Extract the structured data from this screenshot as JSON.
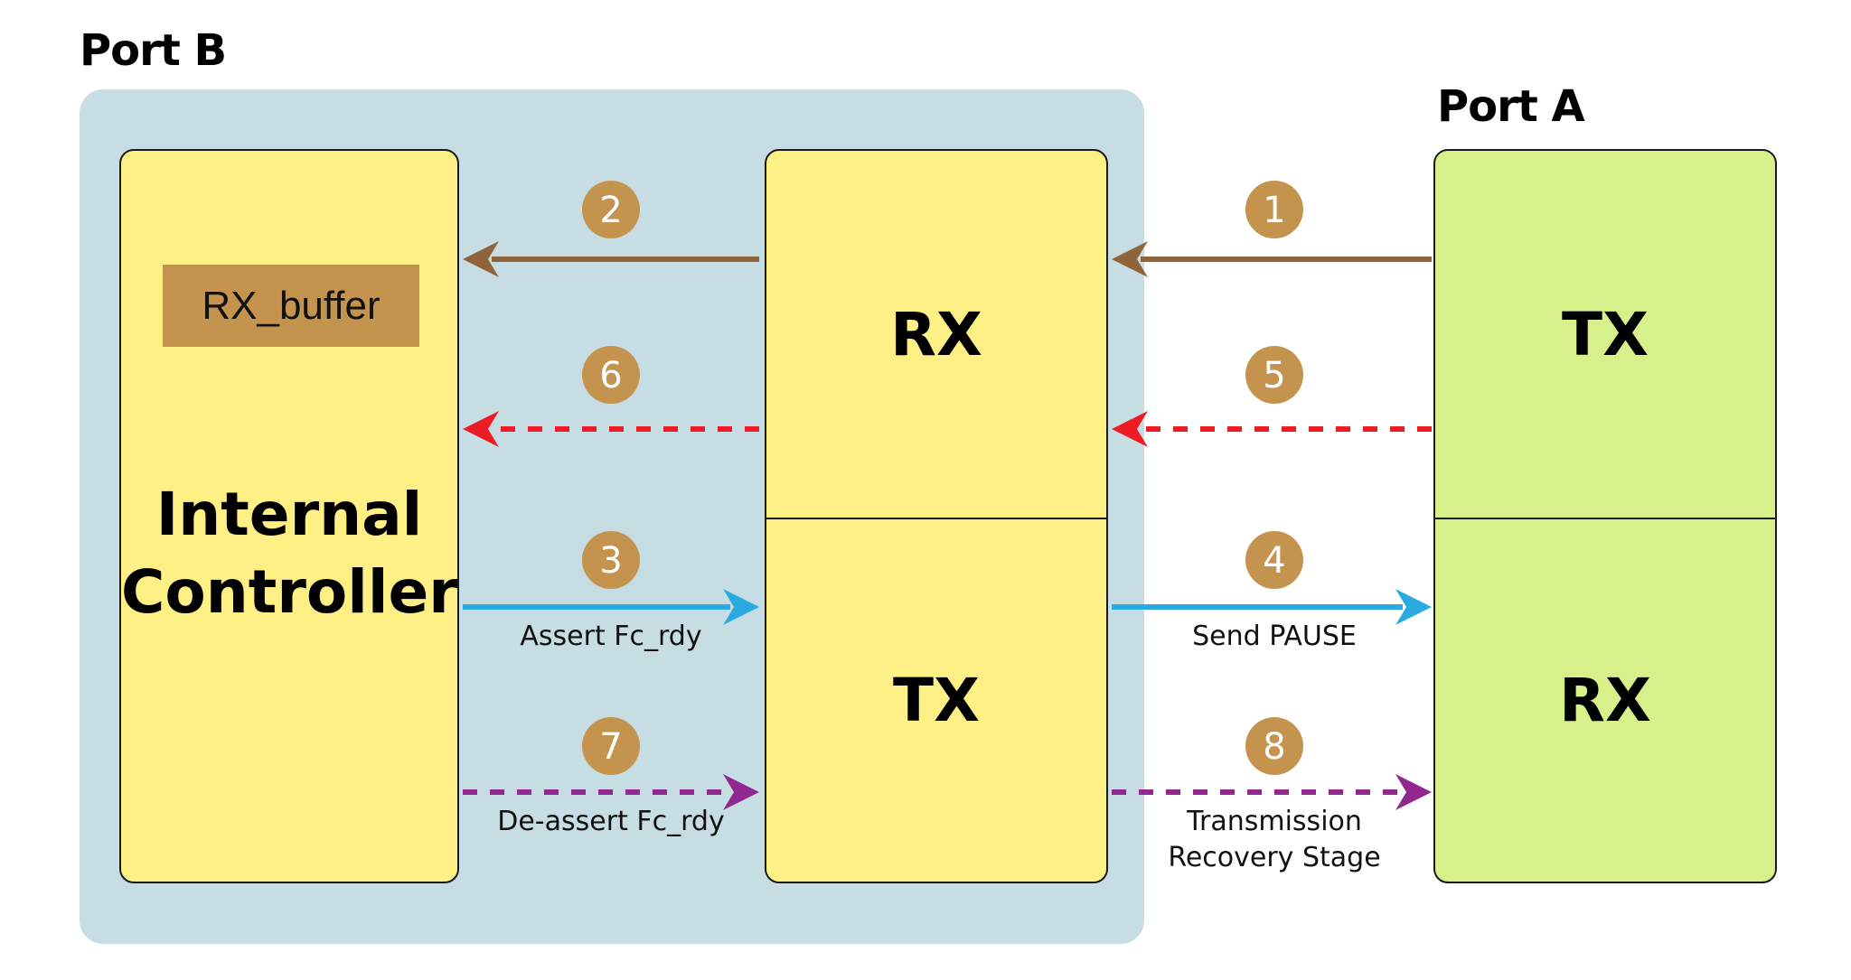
{
  "port_b": {
    "title": "Port B",
    "internal_controller": {
      "label_line1": "Internal",
      "label_line2": "Controller",
      "buffer_label": "RX_buffer"
    },
    "transceiver": {
      "top_label": "RX",
      "bottom_label": "TX"
    }
  },
  "port_a": {
    "title": "Port A",
    "transceiver": {
      "top_label": "TX",
      "bottom_label": "RX"
    }
  },
  "colors": {
    "panel": "#c5dde3",
    "port_b_block": "#fef084",
    "port_a_block": "#d8f08a",
    "badge": "#c4944f",
    "rx_buffer": "#c4944f",
    "data_arrow": "#8f643a",
    "resume_arrow": "#ed1c24",
    "assert_arrow": "#29abe2",
    "deassert_arrow": "#92278f"
  },
  "steps": [
    {
      "number": "1",
      "from": "Port A TX",
      "to": "Port B RX",
      "style": "solid",
      "color_key": "data_arrow",
      "label": ""
    },
    {
      "number": "2",
      "from": "Port B RX",
      "to": "Internal Controller",
      "style": "solid",
      "color_key": "data_arrow",
      "label": ""
    },
    {
      "number": "3",
      "from": "Internal Controller",
      "to": "Port B TX",
      "style": "solid",
      "color_key": "assert_arrow",
      "label": "Assert Fc_rdy"
    },
    {
      "number": "4",
      "from": "Port B TX",
      "to": "Port A RX",
      "style": "solid",
      "color_key": "assert_arrow",
      "label": "Send PAUSE"
    },
    {
      "number": "5",
      "from": "Port A TX",
      "to": "Port B RX",
      "style": "dashed",
      "color_key": "resume_arrow",
      "label": ""
    },
    {
      "number": "6",
      "from": "Port B RX",
      "to": "Internal Controller",
      "style": "dashed",
      "color_key": "resume_arrow",
      "label": ""
    },
    {
      "number": "7",
      "from": "Internal Controller",
      "to": "Port B TX",
      "style": "dashed",
      "color_key": "deassert_arrow",
      "label": "De-assert Fc_rdy"
    },
    {
      "number": "8",
      "from": "Port B TX",
      "to": "Port A RX",
      "style": "dashed",
      "color_key": "deassert_arrow",
      "label_lines": [
        "Transmission",
        "Recovery Stage"
      ]
    }
  ]
}
